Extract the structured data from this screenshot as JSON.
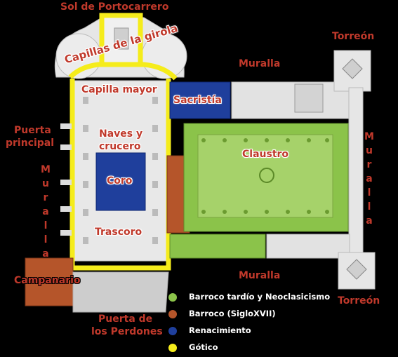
{
  "labels": {
    "sol": "Sol de Portocarrero",
    "torreon_top": "Torreón",
    "torreon_bottom": "Torreón",
    "muralla_top": "Muralla",
    "muralla_bottom": "Muralla",
    "muralla_left": "Muralla",
    "muralla_right": "Muralla",
    "capillas": "Capillas de la girola",
    "capilla_mayor": "Capilla mayor",
    "sacristia": "Sacristía",
    "puerta_principal_1": "Puerta",
    "puerta_principal_2": "principal",
    "naves_1": "Naves y",
    "naves_2": "crucero",
    "claustro": "Claustro",
    "coro": "Coro",
    "trascoro": "Trascoro",
    "campanario": "Campanario",
    "perdones_1": "Puerta de",
    "perdones_2": "los Perdones"
  },
  "legend": [
    {
      "label": "Barroco tardío y Neoclasicismo",
      "color": "#8bc34a"
    },
    {
      "label": "Barroco (SigloXVII)",
      "color": "#b5552a"
    },
    {
      "label": "Renacimiento",
      "color": "#1f3f9c"
    },
    {
      "label": "Gótico",
      "color": "#f5ec1b"
    }
  ],
  "colors": {
    "gotico": "#f5ec1b",
    "renacimiento": "#1f3f9c",
    "barroco": "#b5552a",
    "neoclasico": "#8bc34a",
    "label": "#c0392b"
  }
}
